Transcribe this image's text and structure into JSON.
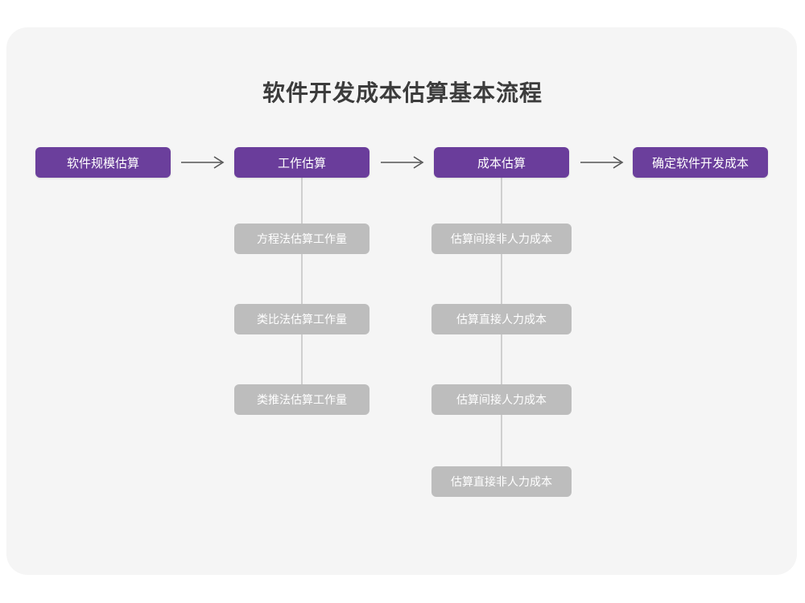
{
  "diagram": {
    "title": "软件开发成本估算基本流程",
    "colors": {
      "background": "#ffffff",
      "card": "#f5f5f5",
      "stage": "#6b3f9c",
      "substep": "#bdbdbd",
      "connector": "#cfcfcf",
      "arrow": "#555555",
      "title_text": "#3c3c3c",
      "box_text": "#ffffff"
    },
    "stages": [
      {
        "label": "软件规模估算"
      },
      {
        "label": "工作估算"
      },
      {
        "label": "成本估算"
      },
      {
        "label": "确定软件开发成本"
      }
    ],
    "arrows": [
      {
        "name": "arrow-stage1-to-stage2"
      },
      {
        "name": "arrow-stage2-to-stage3"
      },
      {
        "name": "arrow-stage3-to-stage4"
      }
    ],
    "work_estimation_substeps": [
      {
        "label": "方程法估算工作量"
      },
      {
        "label": "类比法估算工作量"
      },
      {
        "label": "类推法估算工作量"
      }
    ],
    "cost_estimation_substeps": [
      {
        "label": "估算间接非人力成本"
      },
      {
        "label": "估算直接人力成本"
      },
      {
        "label": "估算间接人力成本"
      },
      {
        "label": "估算直接非人力成本"
      }
    ]
  }
}
